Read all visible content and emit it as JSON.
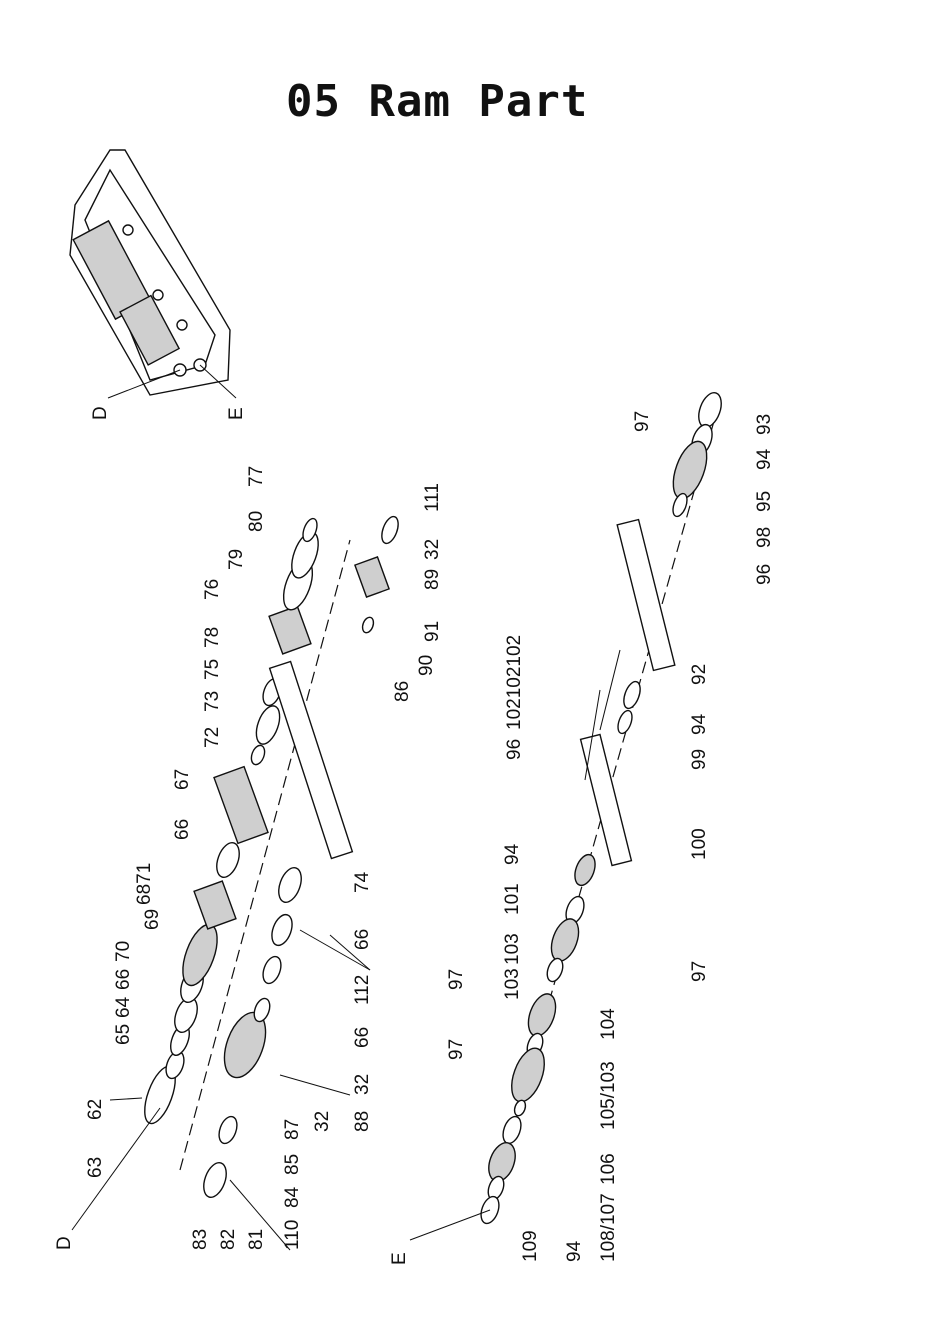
{
  "title": "05 Ram Part",
  "inset": {
    "refs": [
      "D",
      "E"
    ]
  },
  "labels": {
    "l62": "62",
    "l63": "63",
    "l64": "64",
    "l65": "65",
    "l66a": "66",
    "l66b": "66",
    "l66c": "66",
    "l66d": "66",
    "l67": "67",
    "l6871": "6871",
    "l69": "69",
    "l70": "70",
    "l72": "72",
    "l73": "73",
    "l74": "74",
    "l75": "75",
    "l76": "76",
    "l77": "77",
    "l78": "78",
    "l79": "79",
    "l80": "80",
    "l81": "81",
    "l82": "82",
    "l83": "83",
    "l84": "84",
    "l85": "85",
    "l86": "86",
    "l87": "87",
    "l88": "88",
    "l89": "89",
    "l90": "90",
    "l91": "91",
    "l92": "92",
    "l93": "93",
    "l94a": "94",
    "l94b": "94",
    "l94c": "94",
    "l94d": "94",
    "l95": "95",
    "l96a": "96",
    "l96b": "96",
    "l97a": "97",
    "l97b": "97",
    "l97c": "97",
    "l97d": "97",
    "l98": "98",
    "l99": "99",
    "l100": "100",
    "l101": "101",
    "l102": "102102102",
    "l103a": "103",
    "l103b": "103",
    "l103c": "103",
    "l104": "104",
    "l105": "105",
    "l106": "106",
    "l107": "107",
    "l108": "108",
    "l109": "109",
    "l110": "110",
    "l111": "111",
    "l112": "112",
    "l32a": "32",
    "l32b": "32",
    "l32c": "32",
    "lD1": "D",
    "lE1": "E"
  }
}
